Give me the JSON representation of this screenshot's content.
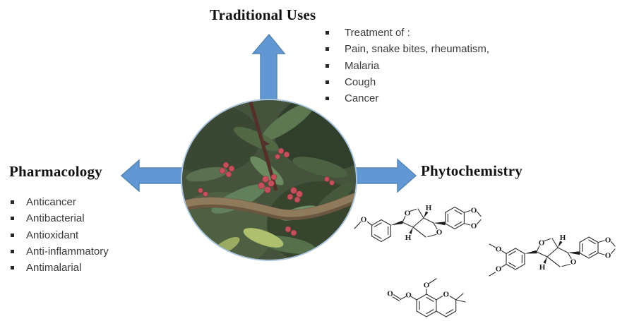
{
  "sections": {
    "top": {
      "title": "Traditional Uses",
      "items": [
        "Treatment of :",
        "Pain, snake bites, rheumatism,",
        "Malaria",
        "Cough",
        "Cancer"
      ]
    },
    "left": {
      "title": "Pharmacology",
      "items": [
        "Anticancer",
        "Antibacterial",
        "Antioxidant",
        "Anti-inflammatory",
        "Antimalarial"
      ]
    },
    "right": {
      "title": "Phytochemistry"
    }
  },
  "chem": {
    "o": "O",
    "h": "H"
  },
  "colors": {
    "arrow_fill": "#6197d2",
    "arrow_stroke": "#5886b2",
    "title_text": "#111111",
    "body_text": "#3a3a3a",
    "circle_border": "#aac4de"
  }
}
